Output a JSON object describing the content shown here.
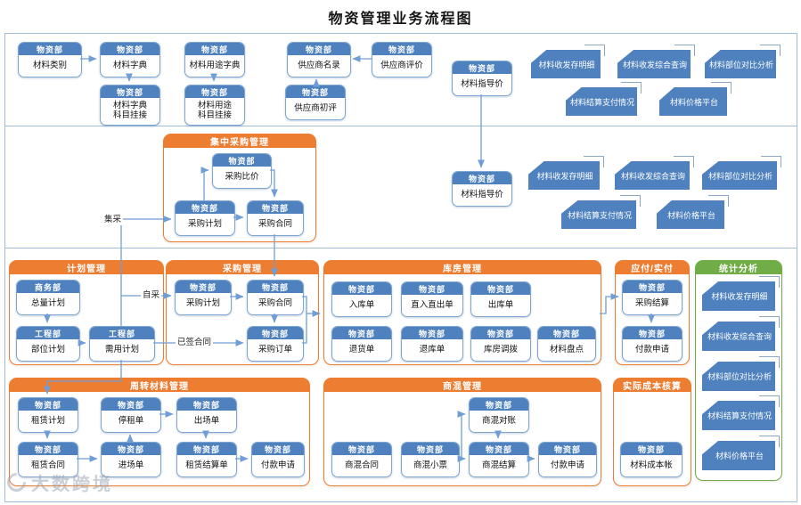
{
  "title": "物资管理业务流程图",
  "watermark": {
    "text": "大数跨境"
  },
  "flow_labels": {
    "central": "集采",
    "self": "自采",
    "signed": "已签合同"
  },
  "groups": {
    "central": "集中采购管理",
    "plan": "计划管理",
    "purchase": "采购管理",
    "warehouse": "库房管理",
    "payable": "应付/实付",
    "stats": "统计分析",
    "turnover": "周转材料管理",
    "concrete": "商混管理",
    "cost": "实际成本核算"
  },
  "reports": {
    "detail": "材料收发存明细",
    "query": "材料收发综合查询",
    "compare": "材料部位对比分析",
    "payment": "材料结算支付情况",
    "platform": "材料价格平台"
  },
  "boxes": {
    "material_category": {
      "dept": "物资部",
      "name": "材料类别"
    },
    "material_dict": {
      "dept": "物资部",
      "name": "材料字典"
    },
    "material_dict_link": {
      "dept": "物资部",
      "line1": "材料字典",
      "line2": "科目挂接"
    },
    "material_usage_dict": {
      "dept": "物资部",
      "name": "材料用途字典"
    },
    "material_usage_link": {
      "dept": "物资部",
      "line1": "材料用途",
      "line2": "科目挂接"
    },
    "supplier_list": {
      "dept": "物资部",
      "name": "供应商名录"
    },
    "supplier_eval": {
      "dept": "物资部",
      "name": "供应商评价"
    },
    "supplier_initial": {
      "dept": "物资部",
      "name": "供应商初评"
    },
    "guide_price_1": {
      "dept": "物资部",
      "name": "材料指导价"
    },
    "bid_compare": {
      "dept": "物资部",
      "name": "采购比价"
    },
    "purchase_plan_central": {
      "dept": "物资部",
      "name": "采购计划"
    },
    "purchase_contract_central": {
      "dept": "物资部",
      "name": "采购合同"
    },
    "guide_price_2": {
      "dept": "物资部",
      "name": "材料指导价"
    },
    "total_plan": {
      "dept": "商务部",
      "name": "总量计划"
    },
    "part_plan": {
      "dept": "工程部",
      "name": "部位计划"
    },
    "need_plan": {
      "dept": "工程部",
      "name": "需用计划"
    },
    "purchase_plan": {
      "dept": "物资部",
      "name": "采购计划"
    },
    "purchase_contract": {
      "dept": "物资部",
      "name": "采购合同"
    },
    "purchase_order": {
      "dept": "物资部",
      "name": "采购订单"
    },
    "inbound": {
      "dept": "物资部",
      "name": "入库单"
    },
    "direct_inout": {
      "dept": "物资部",
      "name": "直入直出单"
    },
    "outbound": {
      "dept": "物资部",
      "name": "出库单"
    },
    "return_goods": {
      "dept": "物资部",
      "name": "退货单"
    },
    "return_store": {
      "dept": "物资部",
      "name": "退库单"
    },
    "transfer": {
      "dept": "物资部",
      "name": "库房调拨"
    },
    "stocktake": {
      "dept": "物资部",
      "name": "材料盘点"
    },
    "purchase_settle": {
      "dept": "物资部",
      "name": "采购结算"
    },
    "pay_request_1": {
      "dept": "物资部",
      "name": "付款申请"
    },
    "lease_plan": {
      "dept": "物资部",
      "name": "租赁计划"
    },
    "stop_lease": {
      "dept": "物资部",
      "name": "停租单"
    },
    "exit_note": {
      "dept": "物资部",
      "name": "出场单"
    },
    "lease_contract": {
      "dept": "物资部",
      "name": "租赁合同"
    },
    "entry_note": {
      "dept": "物资部",
      "name": "进场单"
    },
    "lease_settle": {
      "dept": "物资部",
      "name": "租赁结算单"
    },
    "pay_request_2": {
      "dept": "物资部",
      "name": "付款申请"
    },
    "concrete_check": {
      "dept": "物资部",
      "name": "商混对账"
    },
    "concrete_contract": {
      "dept": "物资部",
      "name": "商混合同"
    },
    "concrete_ticket": {
      "dept": "物资部",
      "name": "商混小票"
    },
    "concrete_settle": {
      "dept": "物资部",
      "name": "商混结算"
    },
    "pay_request_3": {
      "dept": "物资部",
      "name": "付款申请"
    },
    "cost_account": {
      "dept": "物资部",
      "name": "材料成本帐"
    }
  },
  "colors": {
    "box_header": "#4E81BD",
    "group_orange": "#ED7D31",
    "group_green": "#70AD47",
    "arrow": "#6F9ED6",
    "band_border": "#A3BED9"
  }
}
